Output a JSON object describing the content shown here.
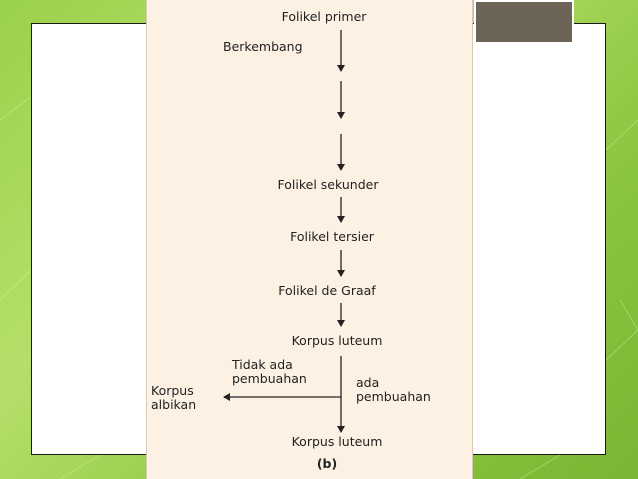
{
  "diagram": {
    "stages": [
      "Folikel primer",
      "Folikel sekunder",
      "Folikel tersier",
      "Folikel de Graaf",
      "Korpus luteum",
      "Korpus luteum"
    ],
    "side_labels": {
      "berkembang": "Berkembang",
      "tidak_ada_pembuahan": "Tidak ada\npembuahan",
      "ada_pembuahan": "ada\npembuahan",
      "korpus_albikan": "Korpus\nalbikan"
    },
    "caption": "(b)"
  },
  "colors": {
    "background_green": "#9bd14a",
    "panel": "#fdf1e3",
    "accent_box": "#6b6457",
    "text": "#222222"
  }
}
